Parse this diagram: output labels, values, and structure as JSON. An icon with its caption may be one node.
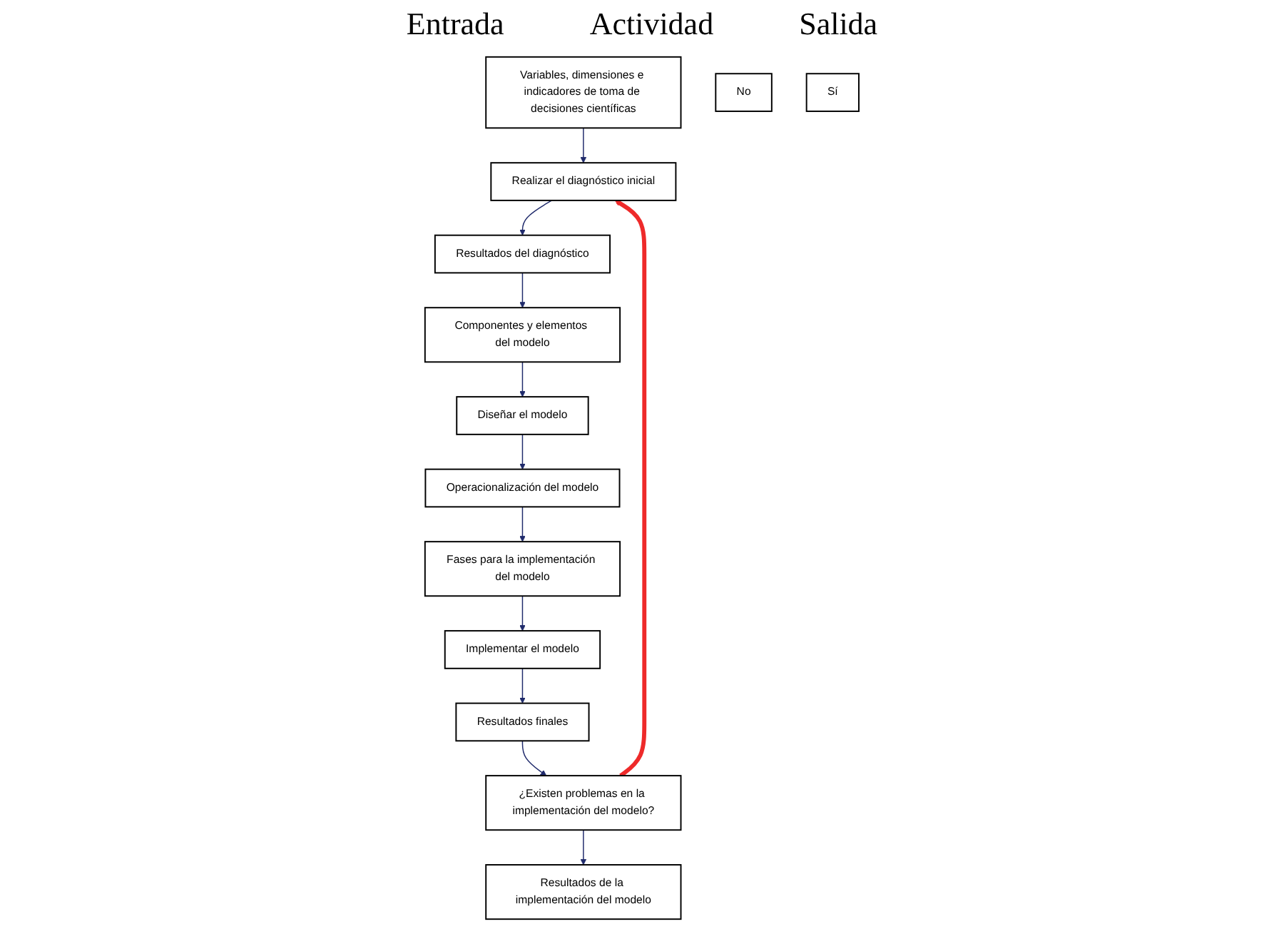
{
  "diagram": {
    "nodes": [
      {
        "text": [
          "Variables, dimensiones e indicadores de toma de decisiones científicas"
        ]
      },
      {
        "text": [
          "Realizar el diagnóstico inicial"
        ]
      },
      {
        "text": [
          "Resultados del diagnóstico"
        ]
      },
      {
        "text": [
          "Componentes y elementos del modelo"
        ]
      },
      {
        "text": [
          "Diseñar el modelo"
        ]
      },
      {
        "text": [
          "Operacionalización del modelo"
        ]
      },
      {
        "text": [
          "Fases para la implementación del modelo"
        ]
      },
      {
        "text": [
          "Implementar el modelo"
        ]
      },
      {
        "text": [
          "Resultados finales"
        ]
      },
      {
        "text": [
          "¿Existen problemas en la implementación del modelo?"
        ]
      },
      {
        "text": [
          "No"
        ]
      },
      {
        "text": [
          "Sí"
        ]
      },
      {
        "text": [
          "Resultados de la implementación del modelo"
        ]
      }
    ],
    "edges": [
      {
        "from": 0,
        "to": 1,
        "arrow": "to"
      },
      {
        "from": 1,
        "to": 2,
        "arrow": "to"
      },
      {
        "from": 2,
        "to": 3,
        "arrow": "to"
      },
      {
        "from": 3,
        "to": 4,
        "arrow": "to"
      },
      {
        "from": 4,
        "to": 5,
        "arrow": "to"
      },
      {
        "from": 5,
        "to": 6,
        "arrow": "to"
      },
      {
        "from": 6,
        "to": 7,
        "arrow": "to"
      },
      {
        "from": 7,
        "to": 8,
        "arrow": "to"
      },
      {
        "from": 8,
        "to": 9,
        "arrow": "to"
      },
      {
        "from": 9,
        "to": 12,
        "arrow": "to"
      },
      {
        "from": 9,
        "to": 1,
        "arrow": "to",
        "style": "thick",
        "color": "#ee2a2a"
      }
    ],
    "labels": [
      "Entrada",
      "Actividad",
      "Salida"
    ]
  }
}
